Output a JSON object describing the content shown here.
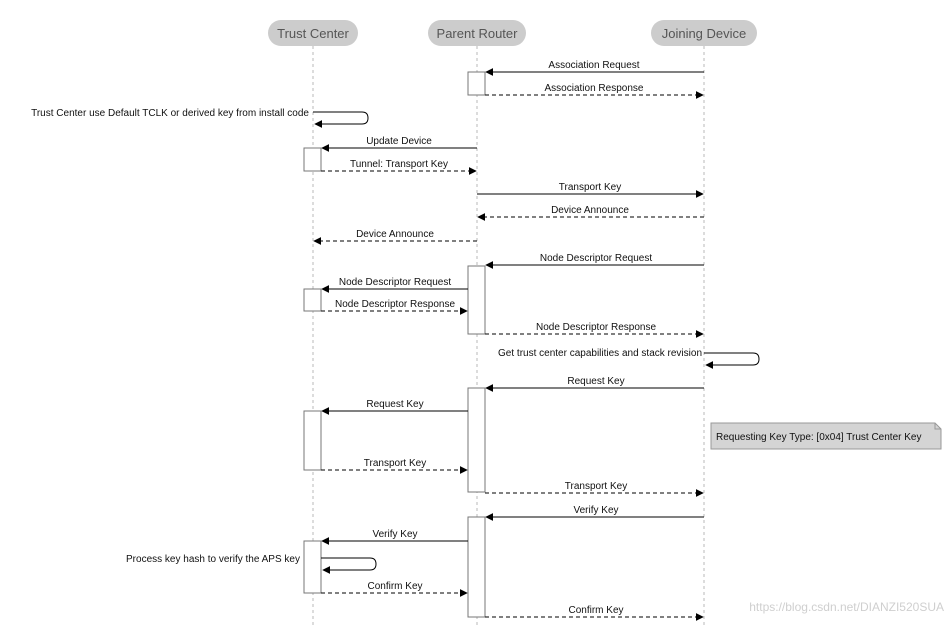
{
  "participants": [
    {
      "id": "tc",
      "label": "Trust Center"
    },
    {
      "id": "pr",
      "label": "Parent Router"
    },
    {
      "id": "jd",
      "label": "Joining Device"
    }
  ],
  "messages": [
    {
      "from": "jd",
      "to": "pr",
      "label": "Association Request",
      "style": "solid"
    },
    {
      "from": "pr",
      "to": "jd",
      "label": "Association Response",
      "style": "dashed"
    },
    {
      "from": "tc",
      "to": "tc",
      "label": "Trust Center use Default TCLK or derived key from install code",
      "style": "self"
    },
    {
      "from": "pr",
      "to": "tc",
      "label": "Update Device",
      "style": "solid"
    },
    {
      "from": "tc",
      "to": "pr",
      "label": "Tunnel: Transport Key",
      "style": "dashed"
    },
    {
      "from": "pr",
      "to": "jd",
      "label": "Transport Key",
      "style": "solid"
    },
    {
      "from": "jd",
      "to": "pr",
      "label": "Device Announce",
      "style": "dashed"
    },
    {
      "from": "pr",
      "to": "tc",
      "label": "Device Announce",
      "style": "dashed"
    },
    {
      "from": "jd",
      "to": "pr",
      "label": "Node Descriptor Request",
      "style": "solid"
    },
    {
      "from": "pr",
      "to": "tc",
      "label": "Node Descriptor Request",
      "style": "solid"
    },
    {
      "from": "tc",
      "to": "pr",
      "label": "Node Descriptor Response",
      "style": "dashed"
    },
    {
      "from": "pr",
      "to": "jd",
      "label": "Node Descriptor Response",
      "style": "dashed"
    },
    {
      "from": "jd",
      "to": "jd",
      "label": "Get trust center capabilities and stack revision",
      "style": "self"
    },
    {
      "from": "jd",
      "to": "pr",
      "label": "Request Key",
      "style": "solid"
    },
    {
      "from": "pr",
      "to": "tc",
      "label": "Request Key",
      "style": "solid"
    },
    {
      "from": "tc",
      "to": "pr",
      "label": "Transport Key",
      "style": "dashed"
    },
    {
      "from": "pr",
      "to": "jd",
      "label": "Transport Key",
      "style": "dashed"
    },
    {
      "from": "jd",
      "to": "pr",
      "label": "Verify Key",
      "style": "solid"
    },
    {
      "from": "pr",
      "to": "tc",
      "label": "Verify Key",
      "style": "solid"
    },
    {
      "from": "tc",
      "to": "tc",
      "label": "Process key hash to verify the APS key",
      "style": "self"
    },
    {
      "from": "tc",
      "to": "pr",
      "label": "Confirm Key",
      "style": "dashed"
    },
    {
      "from": "pr",
      "to": "jd",
      "label": "Confirm Key",
      "style": "dashed"
    }
  ],
  "note": {
    "text": "Requesting Key Type: [0x04] Trust Center Key"
  },
  "watermark": "https://blog.csdn.net/DIANZI520SUA",
  "colors": {
    "participant_fill": "#cccccc",
    "line": "#000000",
    "lifeline": "#b8b8b8",
    "note_fill": "#d4d4d4"
  }
}
